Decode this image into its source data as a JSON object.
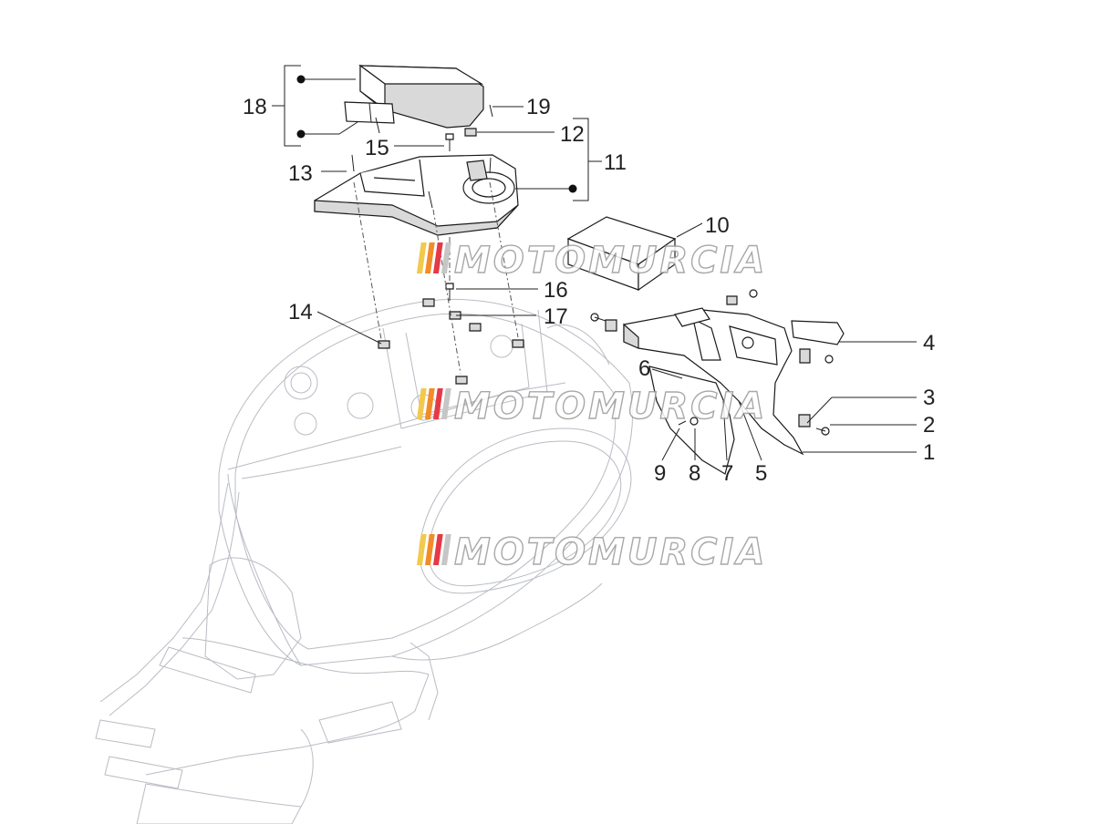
{
  "callouts": {
    "c1": "1",
    "c2": "2",
    "c3": "3",
    "c4": "4",
    "c5": "5",
    "c6": "6",
    "c7": "7",
    "c8": "8",
    "c9": "9",
    "c10": "10",
    "c11": "11",
    "c12": "12",
    "c13": "13",
    "c14": "14",
    "c15": "15",
    "c16": "16",
    "c17": "17",
    "c18": "18",
    "c19": "19"
  },
  "watermark": {
    "text": "MOTOMURCIA",
    "stripe_colors": [
      "#f2c94c",
      "#f28c28",
      "#e63946",
      "#c6c6c6"
    ]
  },
  "colors": {
    "line": "#1a1a1a",
    "faint_outline": "#b9bcc4",
    "leader": "#222222"
  }
}
